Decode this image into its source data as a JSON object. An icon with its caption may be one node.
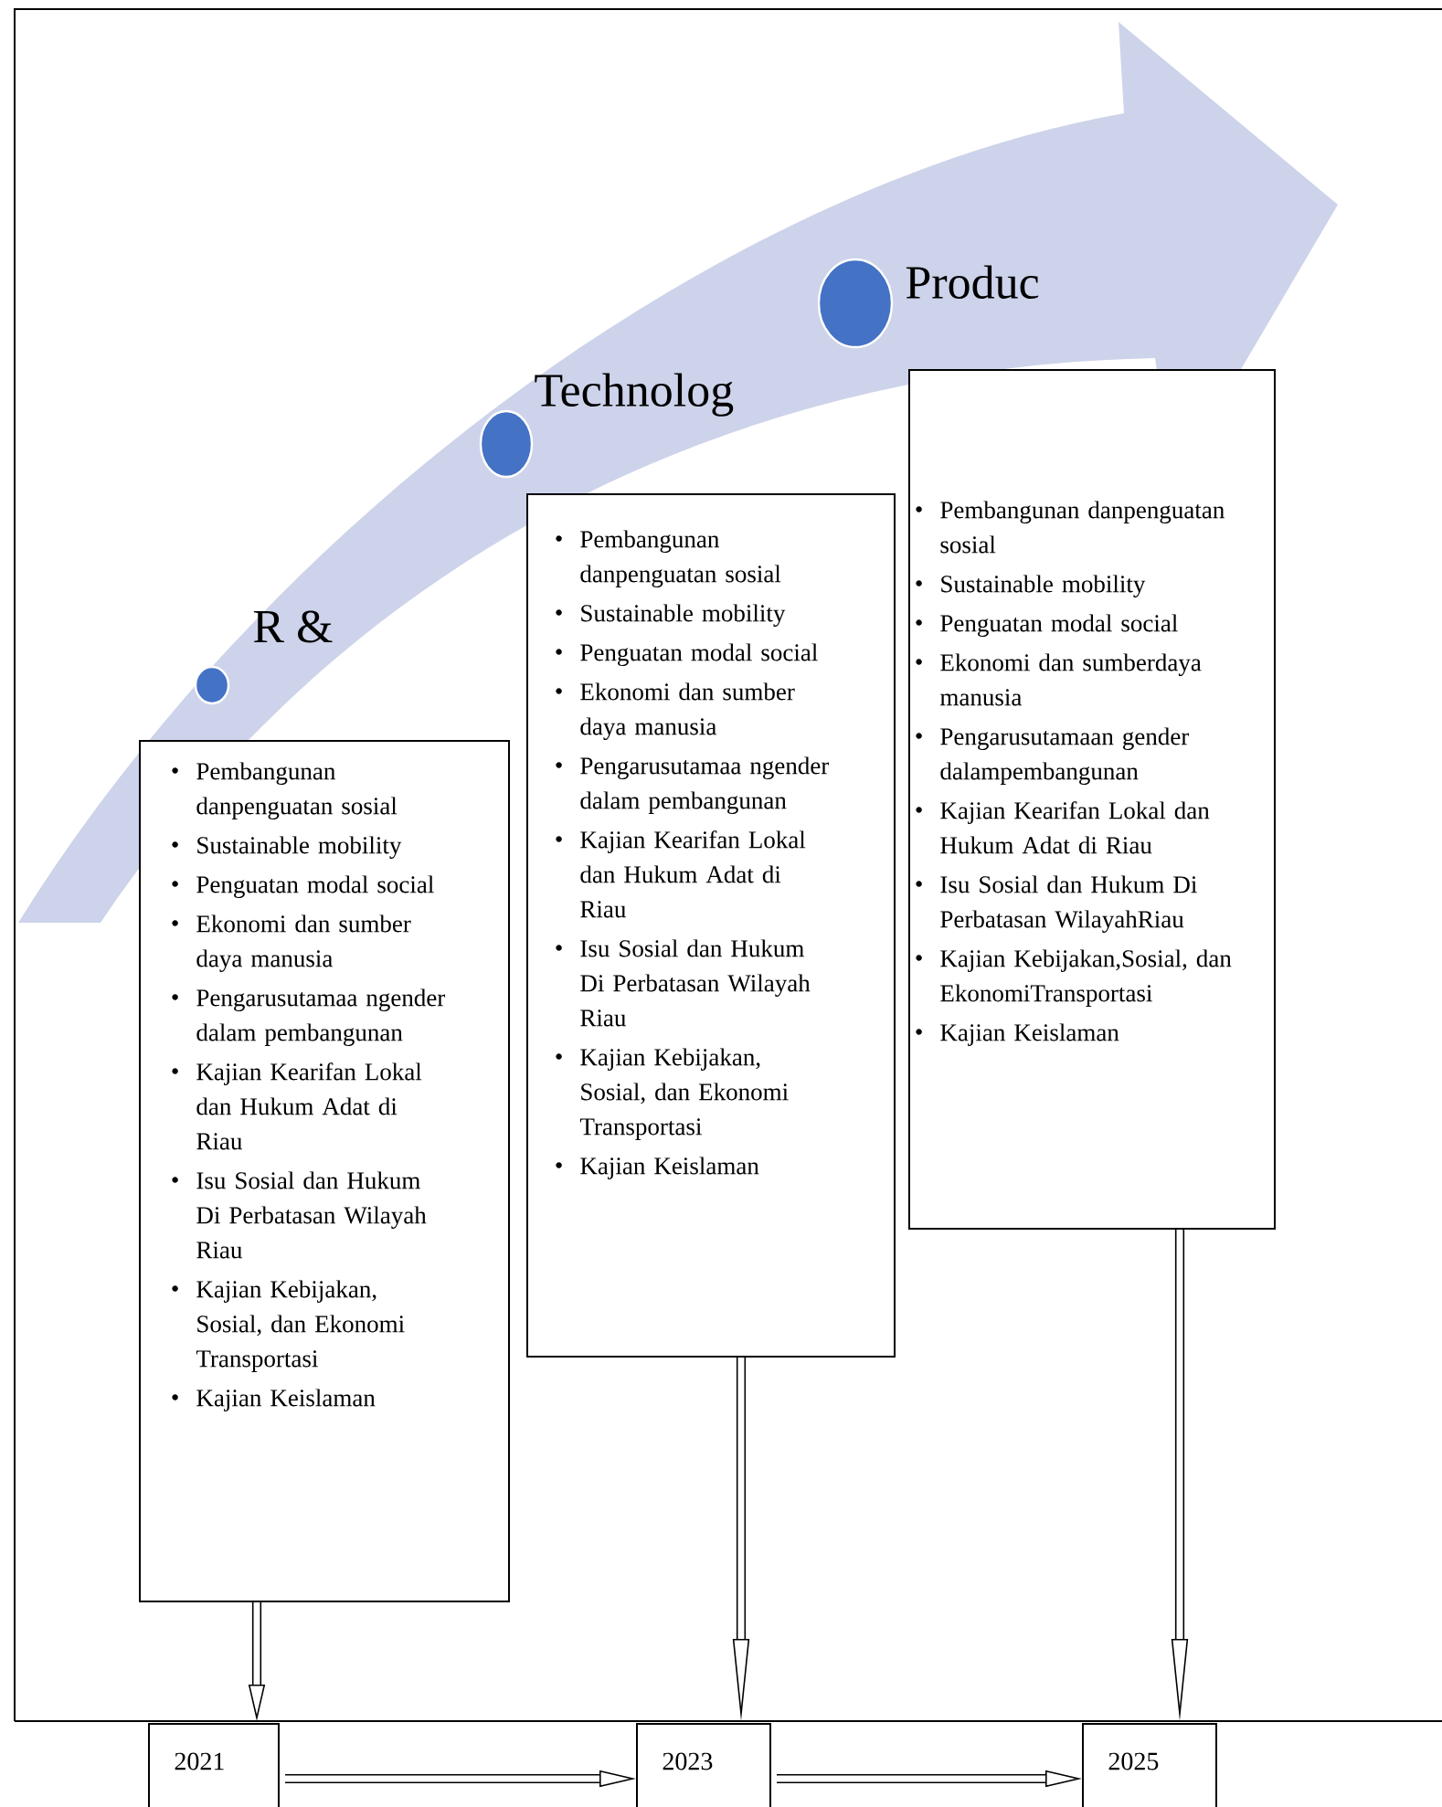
{
  "diagram": {
    "nodes": [
      {
        "text": [],
        "shape": "circle",
        "beside": [
          "R &"
        ]
      },
      {
        "text": [],
        "shape": "circle",
        "beside": [
          "Technolog"
        ]
      },
      {
        "text": [],
        "shape": "circle",
        "beside": [
          "Produc"
        ]
      },
      {
        "text": [
          "Pembangunan danpenguatan sosial",
          "Sustainable mobility",
          "Penguatan modal social",
          "Ekonomi dan sumber daya manusia",
          "Pengarusutamaa ngender dalam pembangunan",
          "Kajian Kearifan Lokal dan Hukum Adat di Riau",
          "Isu Sosial dan Hukum Di Perbatasan Wilayah Riau",
          "Kajian Kebijakan, Sosial, dan Ekonomi Transportasi",
          "Kajian Keislaman"
        ]
      },
      {
        "text": [
          "Pembangunan danpenguatan sosial",
          "Sustainable mobility",
          "Penguatan modal social",
          "Ekonomi dan sumber daya manusia",
          "Pengarusutamaa ngender dalam pembangunan",
          "Kajian Kearifan Lokal dan Hukum Adat di Riau",
          "Isu Sosial dan Hukum Di Perbatasan Wilayah Riau",
          "Kajian Kebijakan, Sosial, dan Ekonomi Transportasi",
          "Kajian Keislaman"
        ]
      },
      {
        "text": [
          "Pembangunan danpenguatan sosial",
          "Sustainable mobility",
          "Penguatan modal social",
          "Ekonomi dan sumberdaya manusia",
          "Pengarusutamaan gender dalampembangunan",
          "Kajian Kearifan Lokal dan Hukum Adat di Riau",
          "Isu Sosial dan Hukum Di Perbatasan WilayahRiau",
          "Kajian Kebijakan,Sosial, dan EkonomiTransportasi",
          "Kajian Keislaman"
        ]
      },
      {
        "text": [
          "2021"
        ]
      },
      {
        "text": [
          "2023"
        ]
      },
      {
        "text": [
          "2025"
        ]
      }
    ],
    "edges": [
      {
        "from": 3,
        "to": 6,
        "arrow": "to"
      },
      {
        "from": 4,
        "to": 7,
        "arrow": "to"
      },
      {
        "from": 5,
        "to": 8,
        "arrow": "to"
      },
      {
        "from": 6,
        "to": 7,
        "arrow": "to"
      },
      {
        "from": 7,
        "to": 8,
        "arrow": "to"
      }
    ]
  }
}
